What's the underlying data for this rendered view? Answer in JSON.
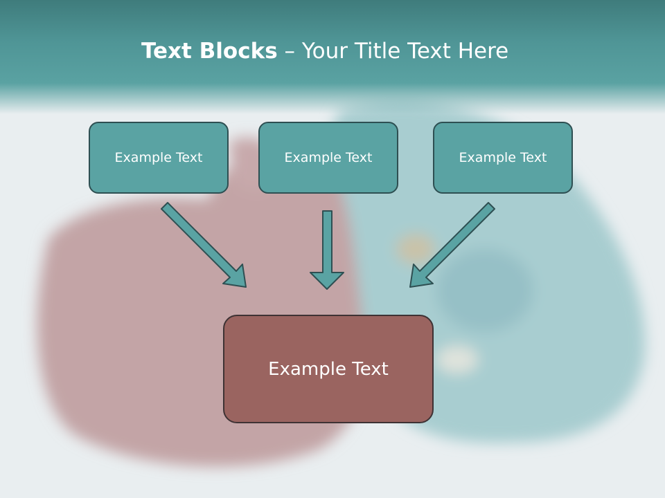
{
  "slide": {
    "title_bold": "Text Blocks",
    "title_rest": " – Your Title Text Here"
  },
  "blocks": {
    "top": [
      "Example Text",
      "Example Text",
      "Example Text"
    ],
    "bottom": "Example Text"
  },
  "colors": {
    "header": "#4f9596",
    "top_box": "#5aa3a3",
    "bottom_box": "#9a6460",
    "arrow": "#5aa3a3",
    "outline": "#2e4f52"
  }
}
